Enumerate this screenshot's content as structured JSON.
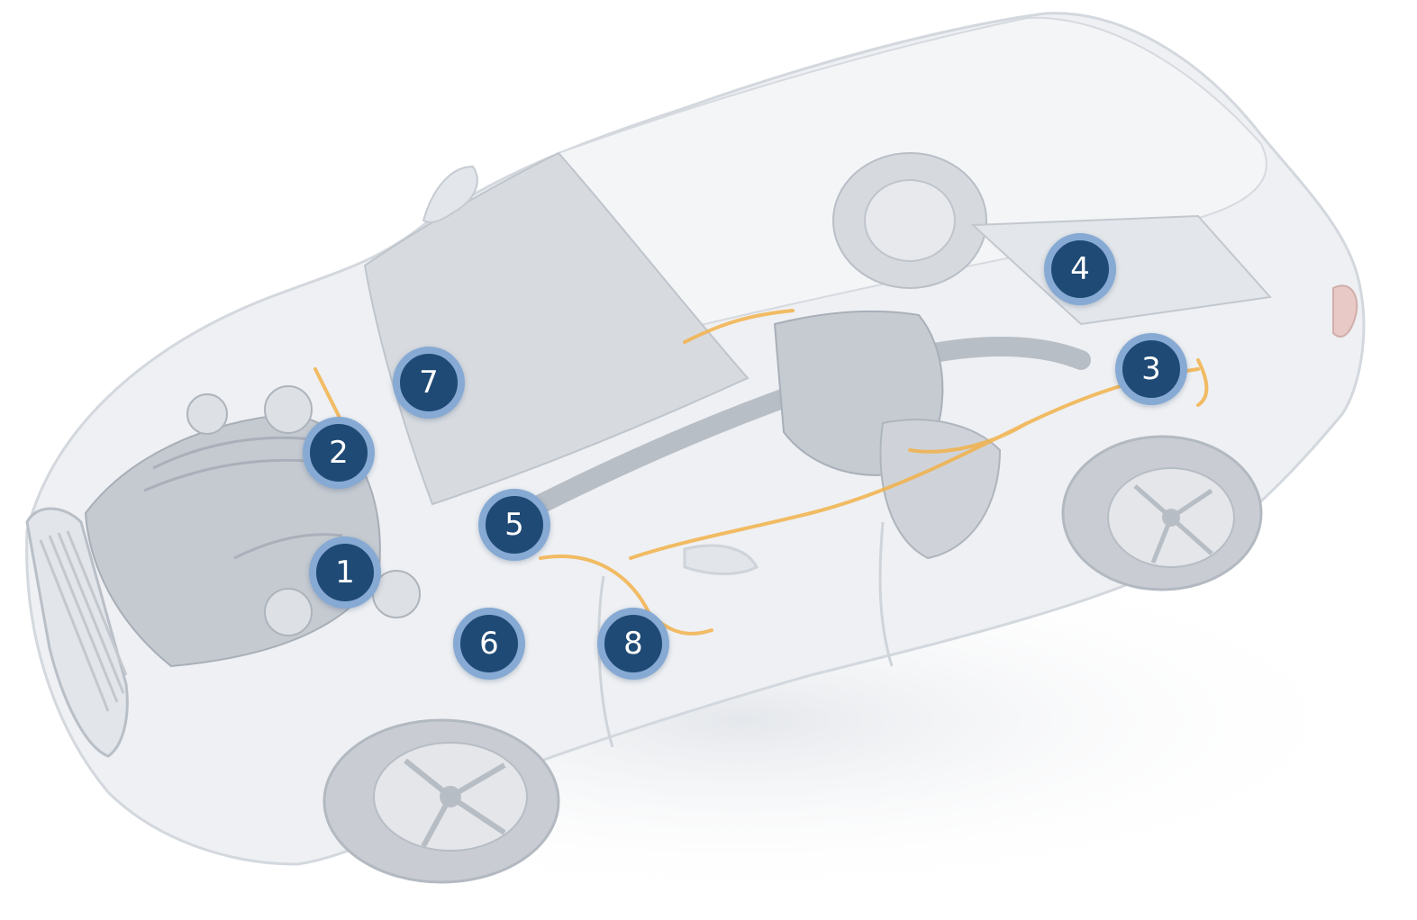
{
  "illustration": {
    "subject": "car-cutaway-icon",
    "body_color": "#e6e9ed",
    "outline_color": "#c9ced6",
    "component_color": "#aeb5bf",
    "wiring_color": "#f2b24a"
  },
  "hotspot_style": {
    "fill": "#1f4a75",
    "ring": "#86aad3",
    "text": "#ffffff"
  },
  "hotspots": [
    {
      "label": "1"
    },
    {
      "label": "2"
    },
    {
      "label": "3"
    },
    {
      "label": "4"
    },
    {
      "label": "5"
    },
    {
      "label": "6"
    },
    {
      "label": "7"
    },
    {
      "label": "8"
    }
  ]
}
